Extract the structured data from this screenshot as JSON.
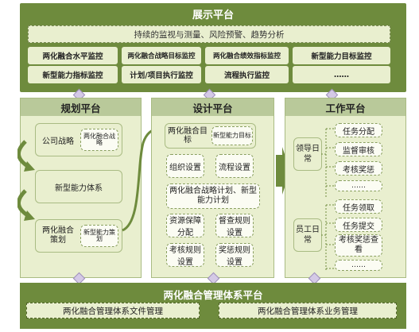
{
  "display_platform": {
    "title": "展示平台",
    "banner": "持续的监视与测量、风险预警、趋势分析",
    "row1": [
      "两化融合水平监控",
      "两化融合战略目标监控",
      "两化融合绩效指标监控",
      "新型能力目标监控"
    ],
    "row2": [
      "新型能力指标监控",
      "计划/项目执行监控",
      "流程执行监控",
      "……"
    ]
  },
  "planning_platform": {
    "title": "规划平台",
    "company_strategy": "公司战略",
    "sub_strategy": "两化融合战略",
    "capability_system": "新型能力体系",
    "integration_policy": "两化融合策划",
    "sub_capability_policy": "新型能力策划"
  },
  "design_platform": {
    "title": "设计平台",
    "integration_goal": "两化融合目标",
    "capability_goal": "新型能力目标",
    "org_setup": "组织设置",
    "process_setup": "流程设置",
    "strategy_plan": "两化融合战略计划、新型能力计划",
    "resource_alloc": "资源保障分配",
    "supervise_rules": "督查规则设置",
    "assess_rules": "考核规则设置",
    "reward_rules": "奖惩规则设置"
  },
  "work_platform": {
    "title": "工作平台",
    "leader_daily": "领导日常",
    "leader_tasks": [
      "任务分配",
      "监督审核",
      "考核奖惩",
      "……"
    ],
    "staff_daily": "员工日常",
    "staff_tasks": [
      "任务领取",
      "任务提交",
      "考核奖惩查看",
      "……"
    ]
  },
  "management_platform": {
    "title": "两化融合管理体系平台",
    "doc_mgmt": "两化融合管理体系文件管理",
    "biz_mgmt": "两化融合管理体系业务管理"
  },
  "colors": {
    "dark_green": "#6e8b3d",
    "light_green": "#e9efcf",
    "header_green": "#b9c99a",
    "connector_purple": "#d4c9e6"
  }
}
